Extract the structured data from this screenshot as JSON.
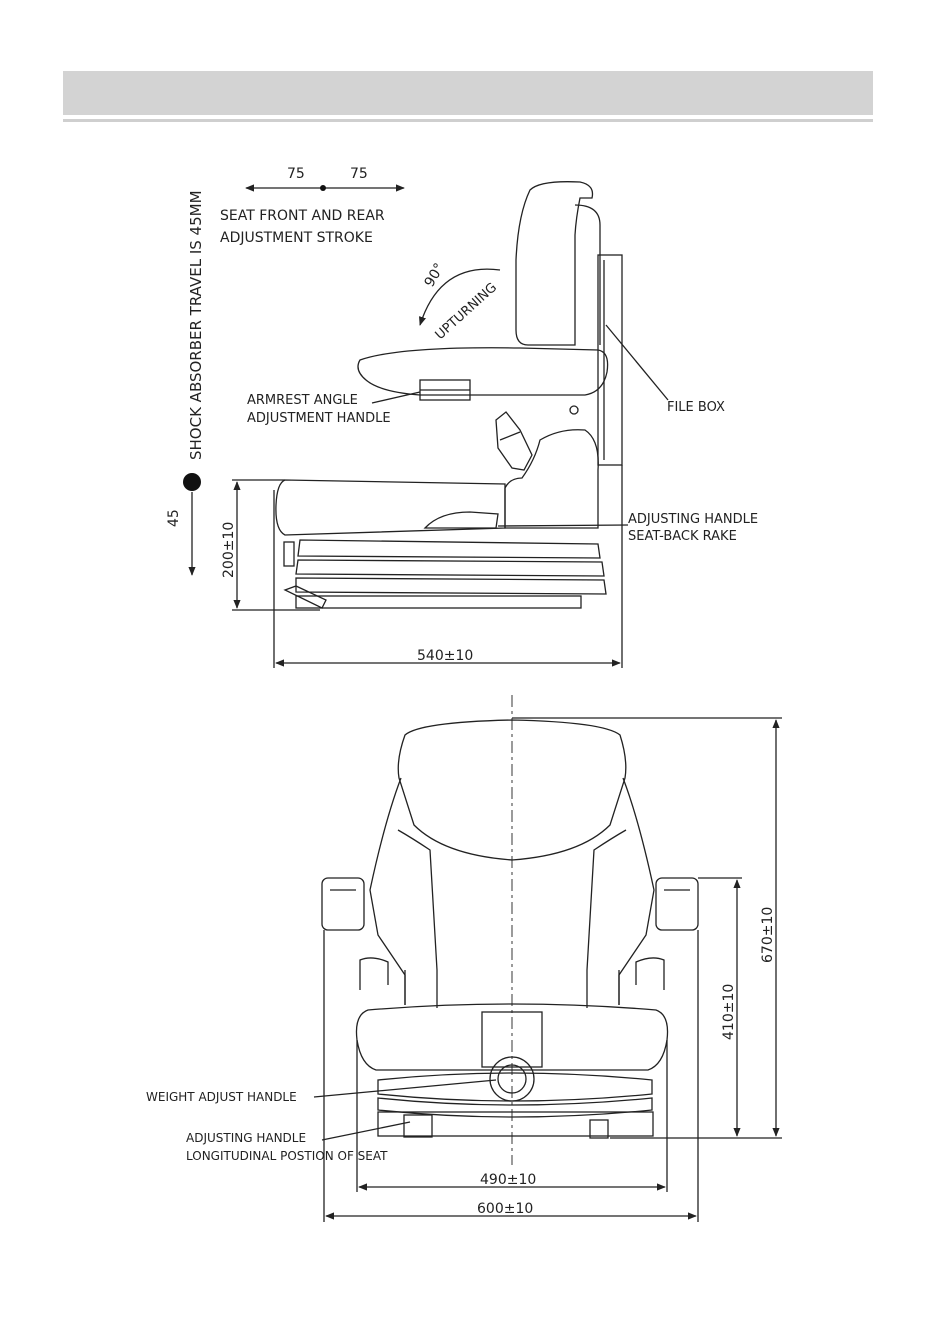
{
  "side_view": {
    "shock_travel_label": "SHOCK ABSORBER TRAVEL IS 45MM",
    "travel_value": "45",
    "stroke_left": "75",
    "stroke_right": "75",
    "stroke_label_1": "SEAT FRONT AND REAR",
    "stroke_label_2": "ADJUSTMENT STROKE",
    "angle_label": "90°",
    "upturning_label": "UPTURNING",
    "armrest_label_1": "ARMREST ANGLE",
    "armrest_label_2": "ADJUSTMENT HANDLE",
    "file_box_label": "FILE BOX",
    "rake_label_1": "ADJUSTING HANDLE",
    "rake_label_2": "SEAT-BACK RAKE",
    "height_dim": "200±10",
    "depth_dim": "540±10"
  },
  "front_view": {
    "weight_label": "WEIGHT ADJUST HANDLE",
    "longitudinal_label_1": "ADJUSTING HANDLE",
    "longitudinal_label_2": "LONGITUDINAL POSTION OF SEAT",
    "height_total_dim": "670±10",
    "armrest_height_dim": "410±10",
    "inner_width_dim": "490±10",
    "outer_width_dim": "600±10"
  }
}
